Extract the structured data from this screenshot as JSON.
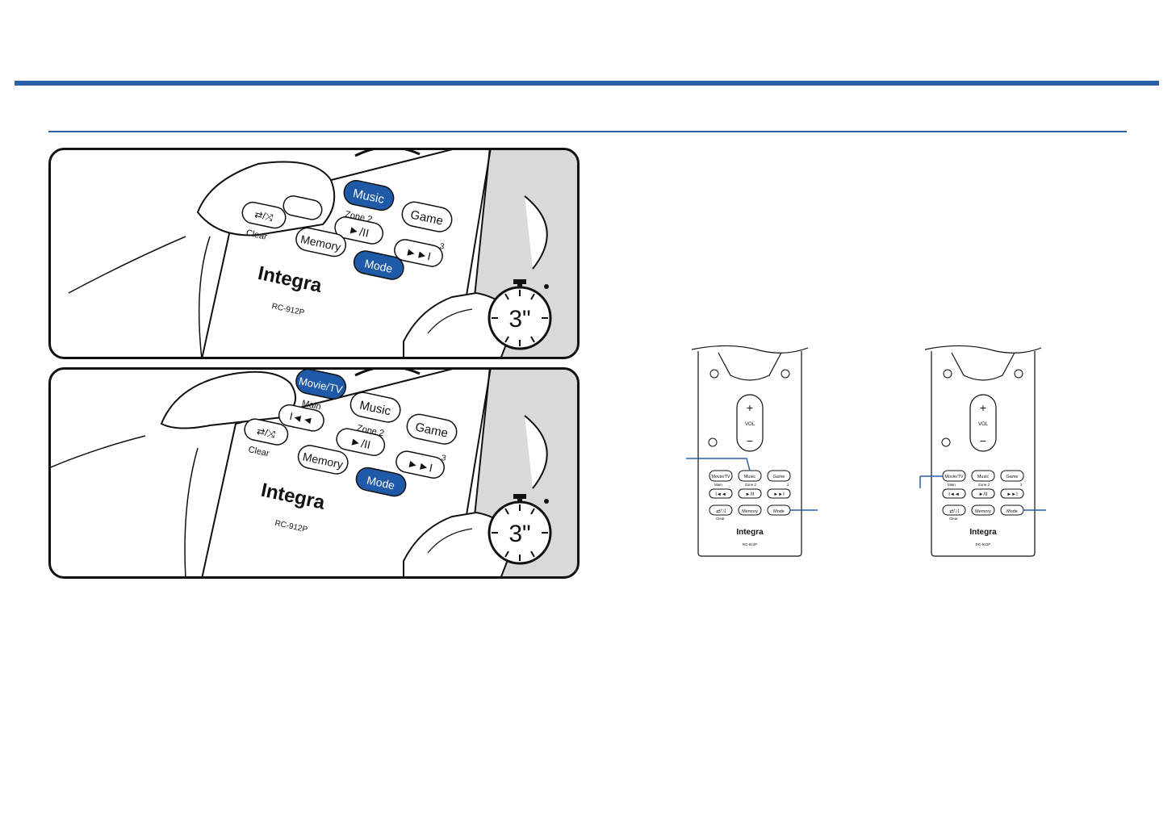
{
  "page": {
    "number": ""
  },
  "remote": {
    "brand": "Integra",
    "model": "RC-912P",
    "buttons": {
      "movie_tv": "Movie/TV",
      "music": "Music",
      "game": "Game",
      "memory": "Memory",
      "mode": "Mode",
      "main": "Main",
      "zone2": "Zone 2",
      "zone3": "3",
      "clear": "Clear",
      "vol": "VOL"
    },
    "icons": {
      "prev": "prev-track-icon",
      "play_pause": "play-pause-icon",
      "next": "next-track-icon",
      "repeat_shuffle": "repeat-shuffle-icon"
    }
  },
  "timer": {
    "label": "3\""
  },
  "colors": {
    "accent": "#2b5fa8",
    "highlight": "#1f5aa8"
  }
}
